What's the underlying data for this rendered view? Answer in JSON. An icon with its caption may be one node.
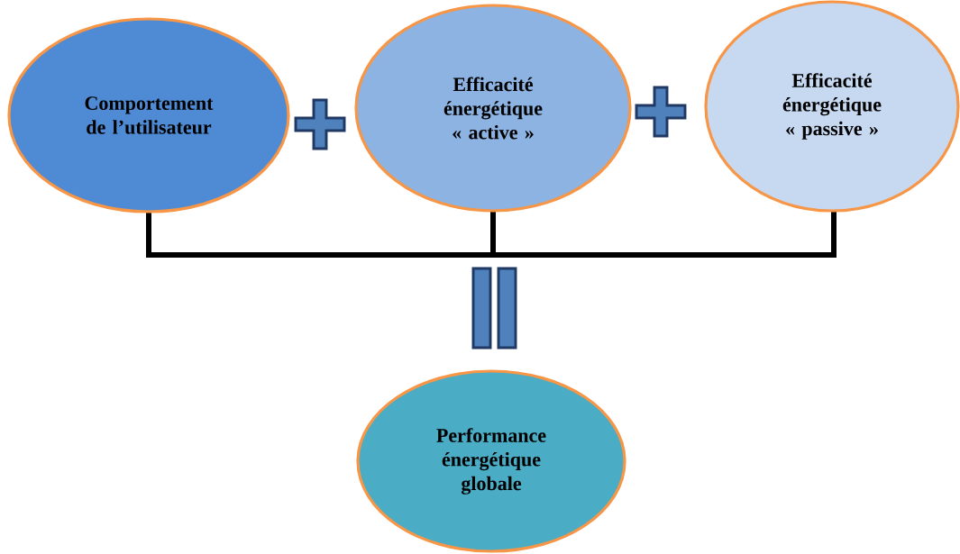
{
  "diagram": {
    "nodes": [
      {
        "text": [
          "Comportement de l’utilisateur"
        ]
      },
      {
        "text": [
          "Efficacité énergétique « active »"
        ]
      },
      {
        "text": [
          "Efficacité énergétique « passive »"
        ]
      },
      {
        "text": [
          "Performance énergétique globale"
        ]
      }
    ]
  }
}
